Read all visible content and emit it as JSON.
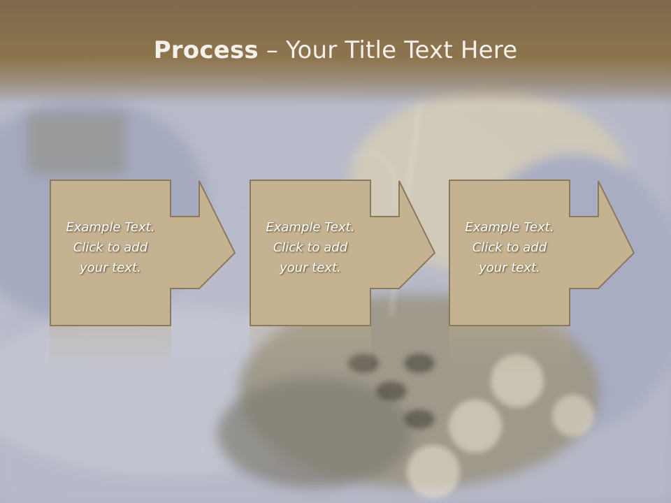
{
  "header": {
    "title_bold": "Process",
    "title_rest": " – Your Title Text Here"
  },
  "steps": [
    {
      "line1": "Example Text.",
      "line2": "Click  to add",
      "line3": "your text."
    },
    {
      "line1": "Example Text.",
      "line2": "Click  to add",
      "line3": "your text."
    },
    {
      "line1": "Example Text.",
      "line2": "Click  to add",
      "line3": "your text."
    }
  ],
  "colors": {
    "header": "#8d744d",
    "box_fill": "#c4b291",
    "box_border": "#8a7a5c",
    "text": "#ffffff"
  },
  "icons": [
    "right-arrow-icon"
  ]
}
